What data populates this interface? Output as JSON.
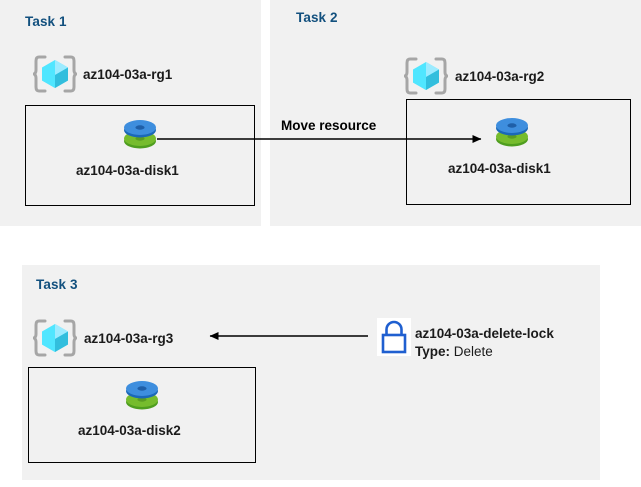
{
  "diagram": {
    "background_color": "#ffffff",
    "panel_color": "#f1f1f1",
    "title_color": "#12507e",
    "panels": [
      {
        "id": "task1",
        "title": "Task 1",
        "resource_group": "az104-03a-rg1",
        "resource": "az104-03a-disk1"
      },
      {
        "id": "task2",
        "title": "Task 2",
        "resource_group": "az104-03a-rg2",
        "resource": "az104-03a-disk1"
      },
      {
        "id": "task3",
        "title": "Task 3",
        "resource_group": "az104-03a-rg3",
        "resource": "az104-03a-disk2"
      }
    ],
    "edges": [
      {
        "id": "move-resource",
        "label": "Move resource",
        "from": "az104-03a-disk1",
        "to": "az104-03a-disk1",
        "direction": "right"
      },
      {
        "id": "lock-applies-to",
        "label": "",
        "from": "az104-03a-delete-lock",
        "to": "az104-03a-rg3",
        "direction": "left"
      }
    ],
    "lock": {
      "name": "az104-03a-delete-lock",
      "type_label": "Type:",
      "type_value": "Delete",
      "icon_color": "#1f5fd0"
    },
    "icons": {
      "resource_group": "resource-group-cube-icon",
      "disk": "managed-disk-icon",
      "lock": "padlock-icon"
    }
  }
}
